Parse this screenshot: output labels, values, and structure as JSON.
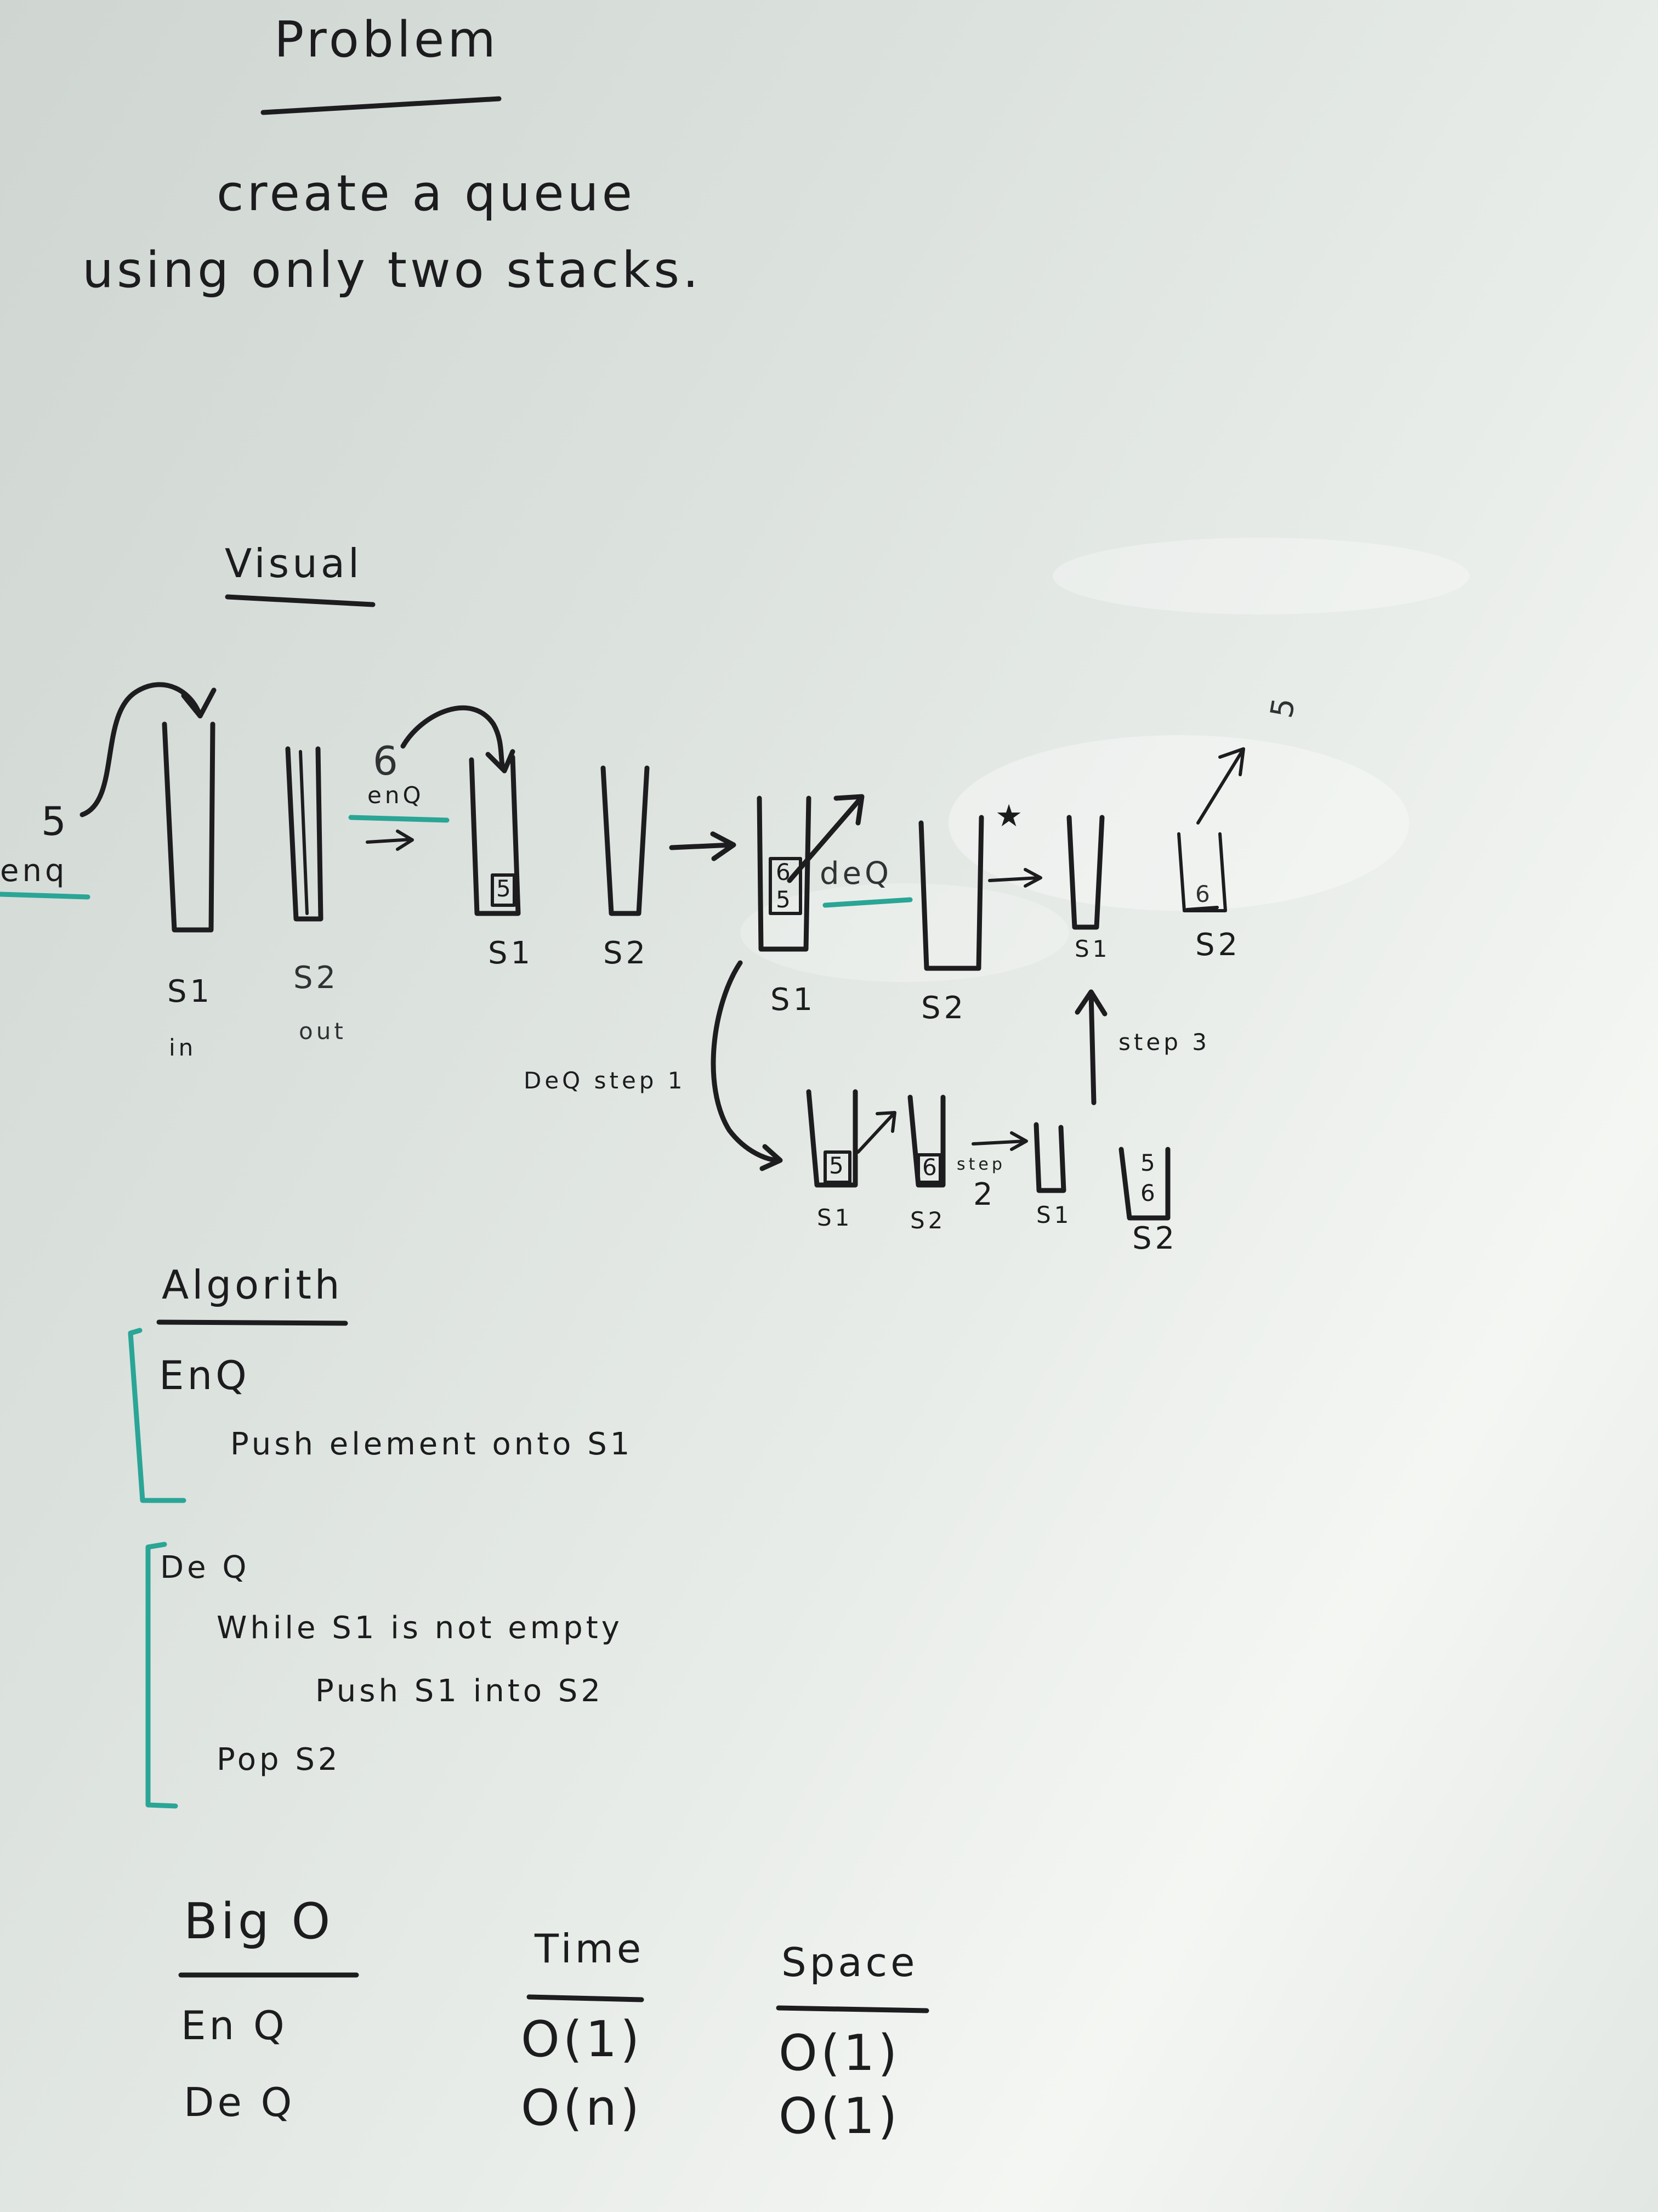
{
  "heading": "Problem",
  "problem_line1": "create a queue",
  "problem_line2": "using only two stacks.",
  "visual_heading": "Visual",
  "diagram": {
    "enq_left_value": "5",
    "enq_left_label": "enq",
    "s1_label": "S1",
    "s2_label": "S2",
    "in_label": "in",
    "out_label": "out",
    "enq_mid_value": "6",
    "enq_mid_label": "enQ",
    "stack_mid_s1_item": "5",
    "mid_s1_label": "S1",
    "mid_s2_label": "S2",
    "stack3_items_top": "6",
    "stack3_items_bottom": "5",
    "deq_label": "deQ",
    "s1_label_3": "S1",
    "s2_label_3": "S2",
    "star": "★",
    "s1_label_4": "S1",
    "stack4_s2_item": "6",
    "s2_label_4": "S2",
    "output_value": "5",
    "step3_label": "step 3",
    "deq_step1_label": "DeQ step 1",
    "bottom_s1_item": "5",
    "bottom_s2_item": "6",
    "bottom_s1_label": "S1",
    "bottom_s2_label": "S2",
    "step2_label": "step",
    "step2_num": "2",
    "bottom_s1_label_2": "S1",
    "bottom_s2_items_top": "5",
    "bottom_s2_items_bottom": "6",
    "bottom_s2_label_2": "S2"
  },
  "algorithm": {
    "heading": "Algorith",
    "enq_title": "EnQ",
    "enq_step": "Push element onto S1",
    "deq_title": "De Q",
    "deq_while": "While S1 is not empty",
    "deq_push": "Push S1 into S2",
    "deq_pop": "Pop S2"
  },
  "big_o": {
    "heading": "Big O",
    "col_time": "Time",
    "col_space": "Space",
    "rows": [
      {
        "op": "En Q",
        "time": "O(1)",
        "space": "O(1)"
      },
      {
        "op": "De Q",
        "time": "O(n)",
        "space": "O(1)"
      }
    ]
  }
}
